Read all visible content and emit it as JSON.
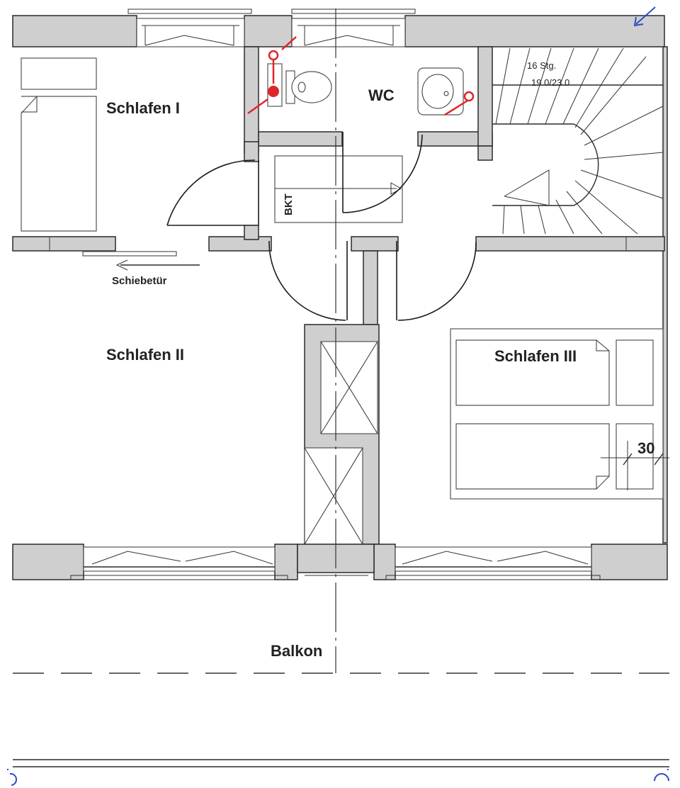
{
  "rooms": {
    "schlafen_1": "Schlafen I",
    "schlafen_2": "Schlafen II",
    "schlafen_3": "Schlafen III",
    "wc": "WC",
    "balkon": "Balkon"
  },
  "labels": {
    "bkt": "BKT",
    "schiebetuer": "Schiebetür",
    "stair_count": "16 Stg.",
    "stair_dims": "19.0/23.0",
    "dimension": "30"
  },
  "colors": {
    "wall_fill": "#cfcfcf",
    "fixture_red": "#e0252b",
    "marker_blue": "#2b4fc7"
  },
  "icons": {
    "north": "blue-arrow-icon",
    "fixtures": "red-valve-icon"
  }
}
